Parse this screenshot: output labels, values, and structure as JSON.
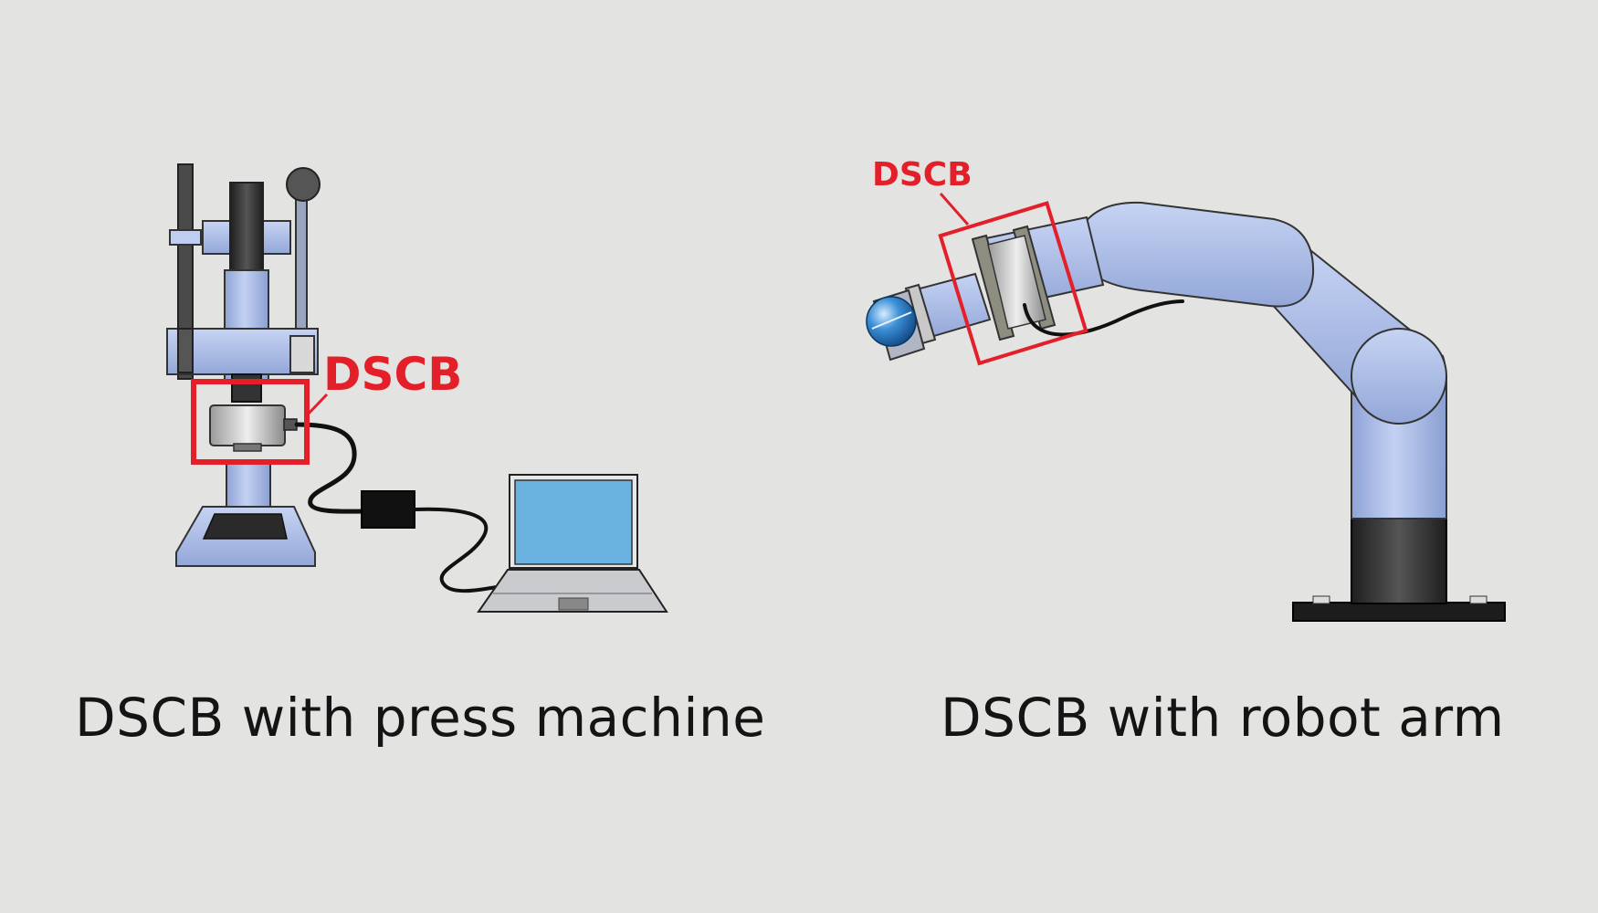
{
  "press_machine": {
    "label": "DSCB",
    "caption": "DSCB with press machine"
  },
  "robot_arm": {
    "label": "DSCB",
    "caption": "DSCB with robot arm"
  },
  "colors": {
    "background": "#e3e3e1",
    "highlight": "#e3202a",
    "machine_blue": "#a9bce6",
    "laptop_screen": "#6ab3e0"
  }
}
